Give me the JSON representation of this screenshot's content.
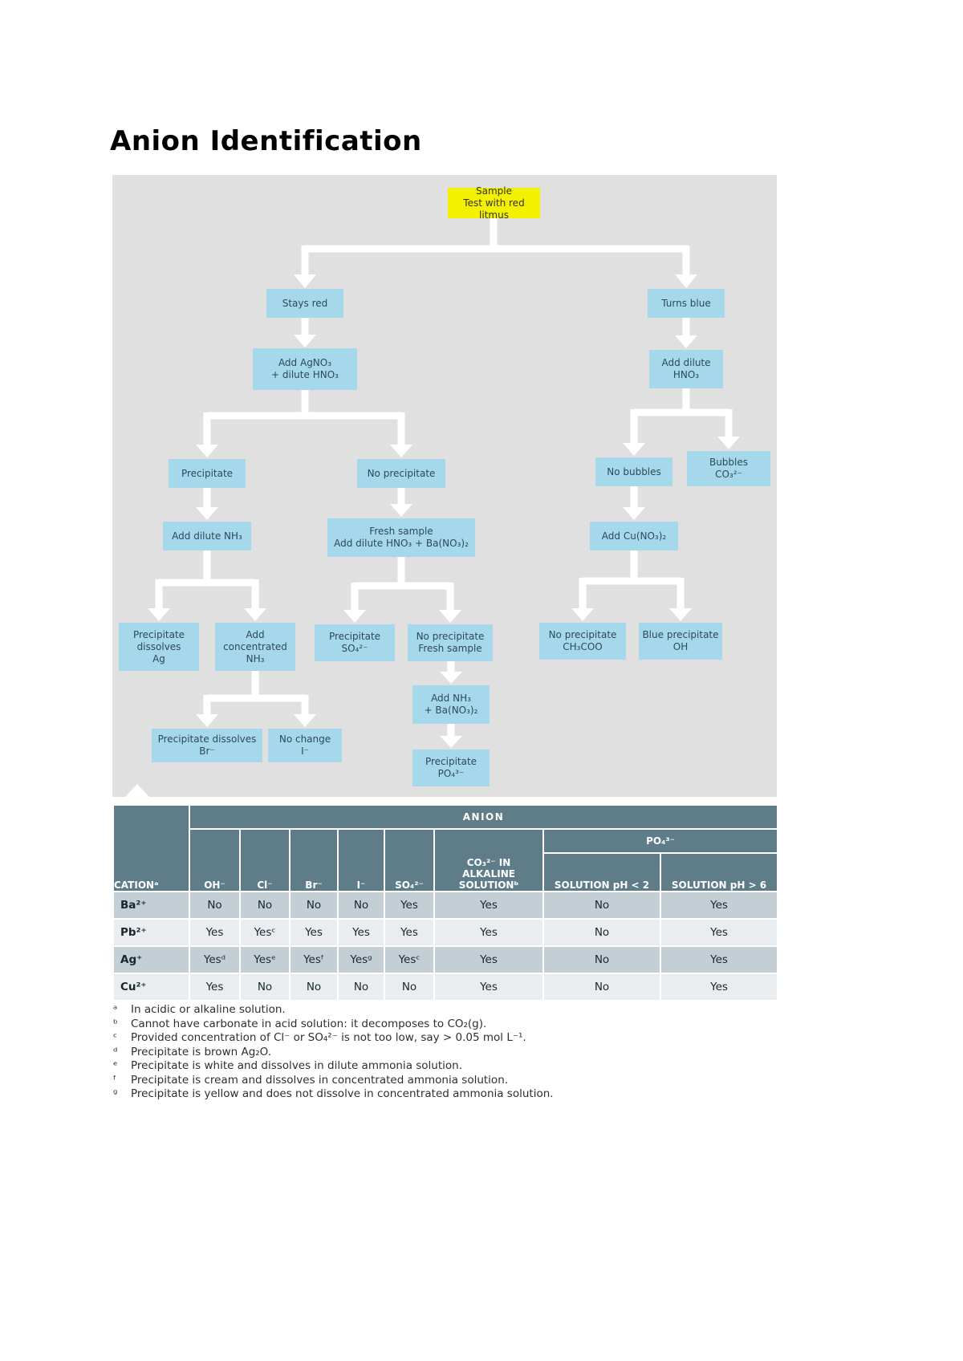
{
  "page": {
    "title": "Anion Identification"
  },
  "flowchart": {
    "boxes": [
      {
        "id": "sample",
        "highlight": true,
        "lines": [
          "Sample",
          "Test with red litmus"
        ]
      },
      {
        "id": "stays-red",
        "lines": [
          "Stays red"
        ]
      },
      {
        "id": "turns-blue",
        "lines": [
          "Turns blue"
        ]
      },
      {
        "id": "add-agno3",
        "lines": [
          "Add AgNO₃",
          "+ dilute HNO₃"
        ]
      },
      {
        "id": "add-dilute-hno3",
        "lines": [
          "Add dilute",
          "HNO₃"
        ]
      },
      {
        "id": "precipitate",
        "lines": [
          "Precipitate"
        ]
      },
      {
        "id": "no-precipitate",
        "lines": [
          "No precipitate"
        ]
      },
      {
        "id": "no-bubbles",
        "lines": [
          "No bubbles"
        ]
      },
      {
        "id": "bubbles-co3",
        "lines": [
          "Bubbles",
          "CO₃²⁻"
        ]
      },
      {
        "id": "add-dilute-nh3",
        "lines": [
          "Add dilute NH₃"
        ]
      },
      {
        "id": "fresh-sample",
        "lines": [
          "Fresh sample",
          "Add dilute HNO₃ + Ba(NO₃)₂"
        ]
      },
      {
        "id": "add-cuno3",
        "lines": [
          "Add Cu(NO₃)₂"
        ]
      },
      {
        "id": "precip-dissolves-ag",
        "lines": [
          "Precipitate",
          "dissolves",
          "Ag"
        ]
      },
      {
        "id": "add-conc-nh3",
        "lines": [
          "Add",
          "concentrated",
          "NH₃"
        ]
      },
      {
        "id": "precip-so4",
        "lines": [
          "Precipitate",
          "SO₄²⁻"
        ]
      },
      {
        "id": "no-precip-fresh",
        "lines": [
          "No precipitate",
          "Fresh sample"
        ]
      },
      {
        "id": "no-precip-ch3coo",
        "lines": [
          "No precipitate",
          "CH₃COO"
        ]
      },
      {
        "id": "blue-precip-oh",
        "lines": [
          "Blue precipitate",
          "OH"
        ]
      },
      {
        "id": "add-nh3-ba",
        "lines": [
          "Add NH₃",
          "+ Ba(NO₃)₂"
        ]
      },
      {
        "id": "precip-dissolves-br",
        "lines": [
          "Precipitate dissolves",
          "Br⁻"
        ]
      },
      {
        "id": "no-change-i",
        "lines": [
          "No change",
          "I⁻"
        ]
      },
      {
        "id": "precip-po4",
        "lines": [
          "Precipitate",
          "PO₄³⁻"
        ]
      }
    ]
  },
  "table": {
    "anion_header": "ANION",
    "cation_header": "CATIONᵃ",
    "columns": [
      "OH⁻",
      "Cl⁻",
      "Br⁻",
      "I⁻",
      "SO₄²⁻"
    ],
    "co3_header": [
      "CO₃²⁻ IN",
      "ALKALINE",
      "SOLUTIONᵇ"
    ],
    "po4_header": "PO₄³⁻",
    "po4_sub": [
      "SOLUTION pH < 2",
      "SOLUTION pH > 6"
    ],
    "rows": [
      {
        "cation": "Ba²⁺",
        "values": [
          "No",
          "No",
          "No",
          "No",
          "Yes",
          "Yes",
          "No",
          "Yes"
        ]
      },
      {
        "cation": "Pb²⁺",
        "values": [
          "Yes",
          "Yesᶜ",
          "Yes",
          "Yes",
          "Yes",
          "Yes",
          "No",
          "Yes"
        ]
      },
      {
        "cation": "Ag⁺",
        "values": [
          "Yesᵈ",
          "Yesᵉ",
          "Yesᶠ",
          "Yesᵍ",
          "Yesᶜ",
          "Yes",
          "No",
          "Yes"
        ]
      },
      {
        "cation": "Cu²⁺",
        "values": [
          "Yes",
          "No",
          "No",
          "No",
          "No",
          "Yes",
          "No",
          "Yes"
        ]
      }
    ]
  },
  "footnotes": [
    {
      "marker": "ᵃ",
      "text": "In acidic or alkaline solution."
    },
    {
      "marker": "ᵇ",
      "text": "Cannot have carbonate in acid solution: it decomposes to CO₂(g)."
    },
    {
      "marker": "ᶜ",
      "text": "Provided concentration of Cl⁻ or SO₄²⁻ is not too low, say > 0.05 mol L⁻¹."
    },
    {
      "marker": "ᵈ",
      "text": "Precipitate is brown Ag₂O."
    },
    {
      "marker": "ᵉ",
      "text": "Precipitate is white and dissolves in dilute ammonia solution."
    },
    {
      "marker": "ᶠ",
      "text": "Precipitate is cream and dissolves in concentrated ammonia solution."
    },
    {
      "marker": "ᵍ",
      "text": "Precipitate is yellow and does not dissolve in concentrated ammonia solution."
    }
  ],
  "colors": {
    "box_blue": "#a6d8eb",
    "highlight_yellow": "#f3f000",
    "panel_gray": "#e0e0e0",
    "header_teal": "#5f7d88",
    "row_dark": "#c4cfd5",
    "row_light": "#e9edef"
  }
}
